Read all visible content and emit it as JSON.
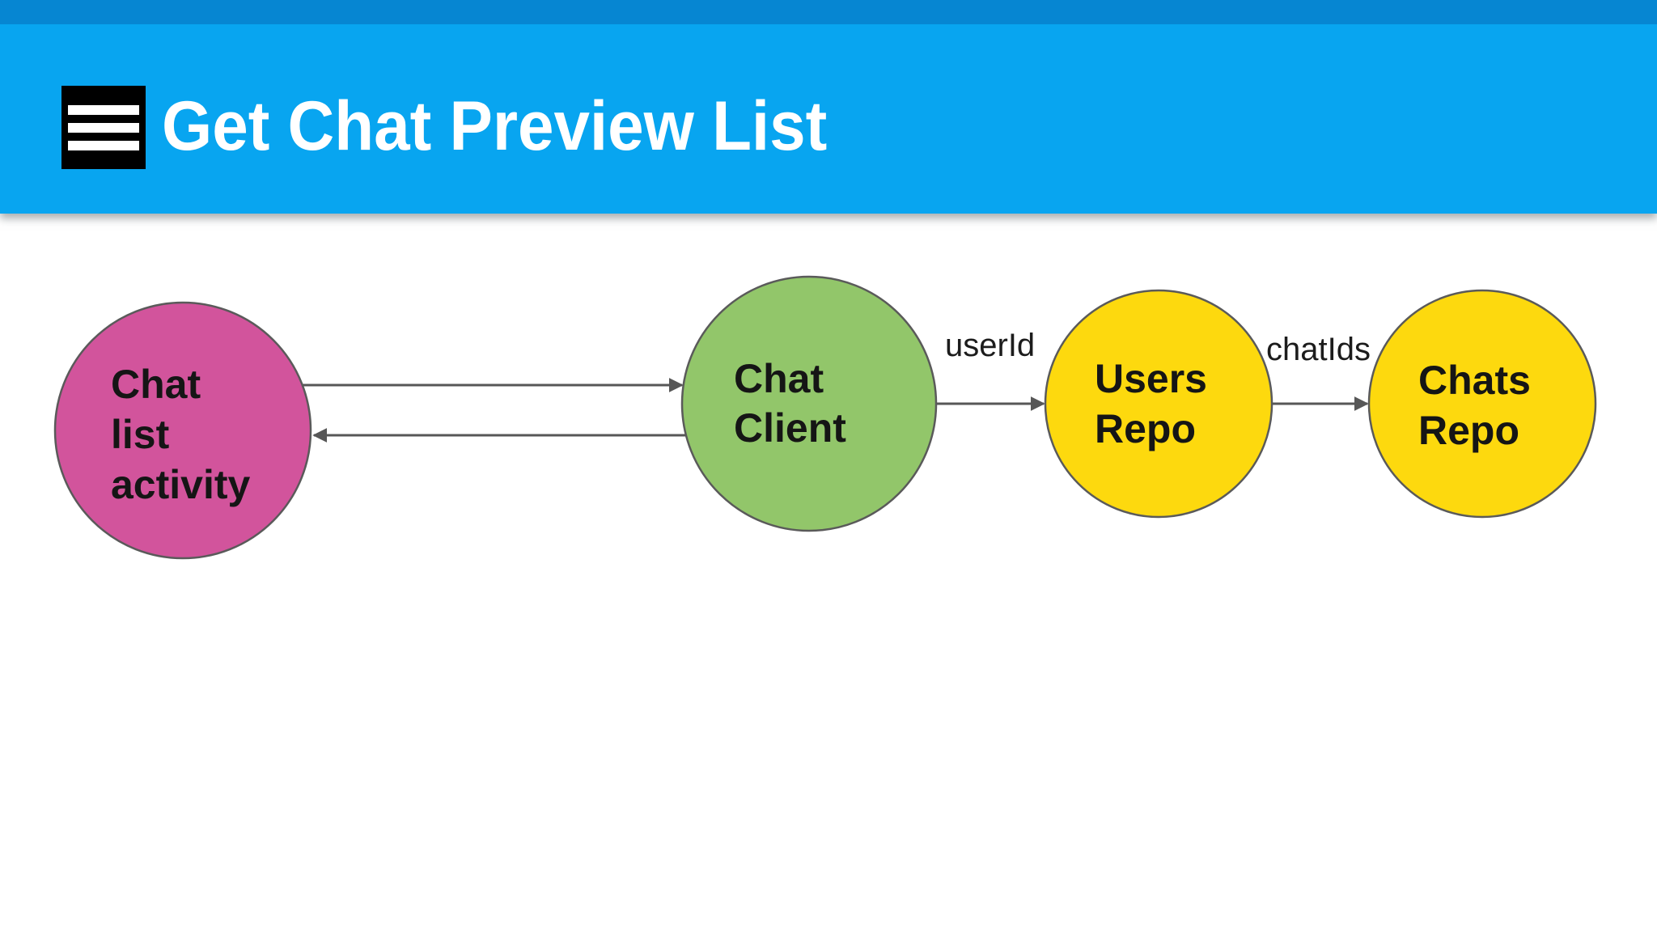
{
  "app": {
    "title": "Get Chat Preview List"
  },
  "colors": {
    "status_bar": "#0686D2",
    "header_bar": "#08A5F0",
    "title_text": "#FFFFFF",
    "menu_icon_bg": "#000000",
    "menu_icon_bars": "#FFFFFF",
    "node_border": "#5A5A5A",
    "node_text": "#151515",
    "arrow": "#575757",
    "background": "#FFFFFF",
    "pink": "#D2549C",
    "green": "#92C66A",
    "yellow": "#FDD90E"
  },
  "diagram": {
    "nodes": [
      {
        "id": "chat-list-activity",
        "lines": [
          "Chat",
          "list",
          "activity"
        ],
        "color": "#D2549C"
      },
      {
        "id": "chat-client",
        "lines": [
          "Chat",
          "Client"
        ],
        "color": "#92C66A"
      },
      {
        "id": "users-repo",
        "lines": [
          "Users",
          "Repo"
        ],
        "color": "#FDD90E"
      },
      {
        "id": "chats-repo",
        "lines": [
          "Chats",
          "Repo"
        ],
        "color": "#FDD90E"
      }
    ],
    "edges": [
      {
        "from": "chat-list-activity",
        "to": "chat-client",
        "label": ""
      },
      {
        "from": "chat-client",
        "to": "chat-list-activity",
        "label": ""
      },
      {
        "from": "chat-client",
        "to": "users-repo",
        "label": "userId"
      },
      {
        "from": "users-repo",
        "to": "chats-repo",
        "label": "chatIds"
      }
    ]
  }
}
